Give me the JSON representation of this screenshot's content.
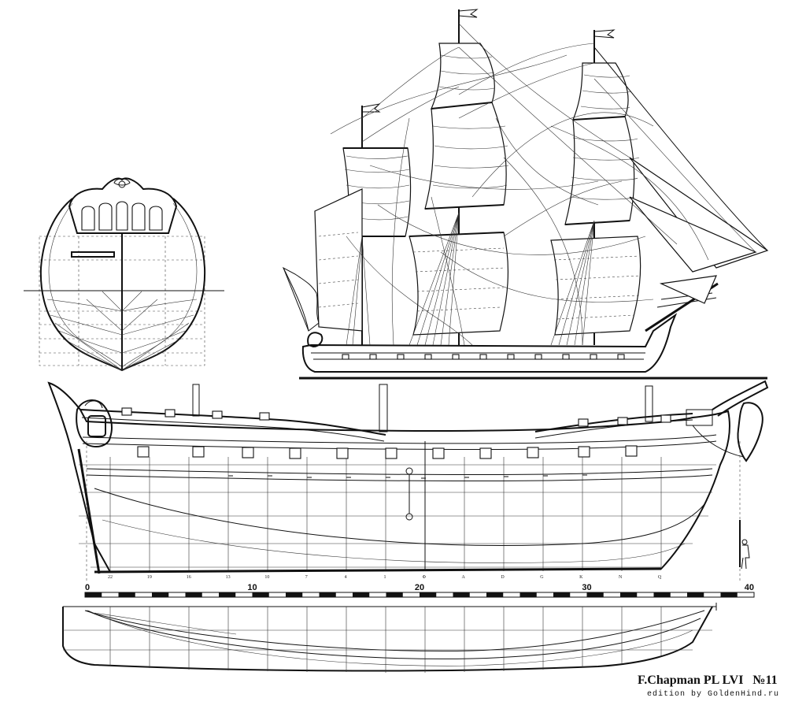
{
  "plate": {
    "title": "F.Chapman PL LVI   №11",
    "credit": "edition by GoldenHind.ru"
  },
  "scale_bar": {
    "labels": [
      "0",
      "10",
      "20",
      "30",
      "40"
    ]
  },
  "station_labels": [
    "22",
    "19",
    "16",
    "13",
    "10",
    "7",
    "4",
    "1",
    "Φ",
    "A",
    "D",
    "G",
    "K",
    "N",
    "Q"
  ],
  "colors": {
    "ink": "#111111",
    "paper": "#ffffff"
  }
}
